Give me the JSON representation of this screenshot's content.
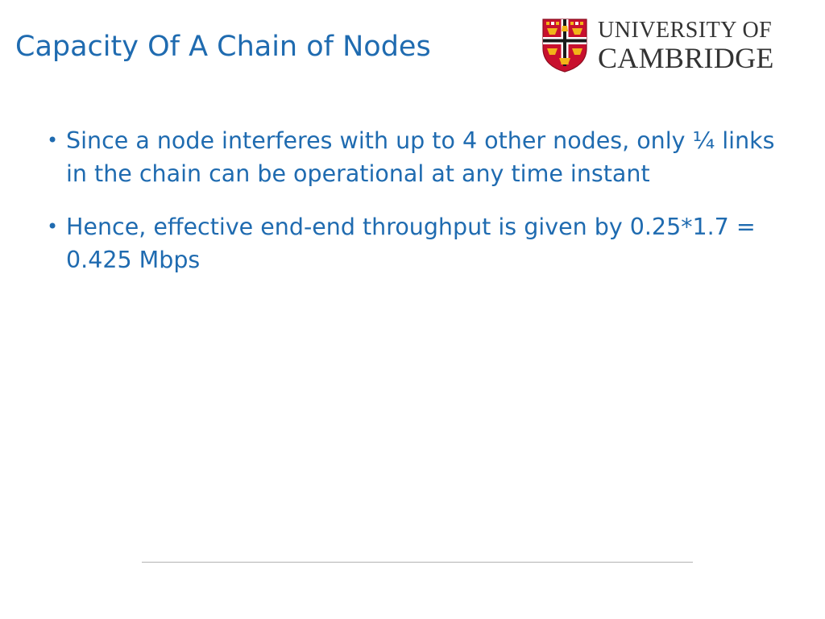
{
  "slide": {
    "title": "Capacity Of A Chain of Nodes",
    "bullets": [
      "Since a node interferes with up to 4 other nodes, only ¼ links in the chain can be operational at any time instant",
      "Hence, effective end-end throughput is given by 0.25*1.7 = 0.425 Mbps"
    ]
  },
  "logo": {
    "line1": "UNIVERSITY OF",
    "line2": "CAMBRIDGE"
  },
  "colors": {
    "text": "#1f6bb0",
    "crest_red": "#c8102e",
    "crest_gold": "#f2b418",
    "divider": "#b3b3b3"
  }
}
